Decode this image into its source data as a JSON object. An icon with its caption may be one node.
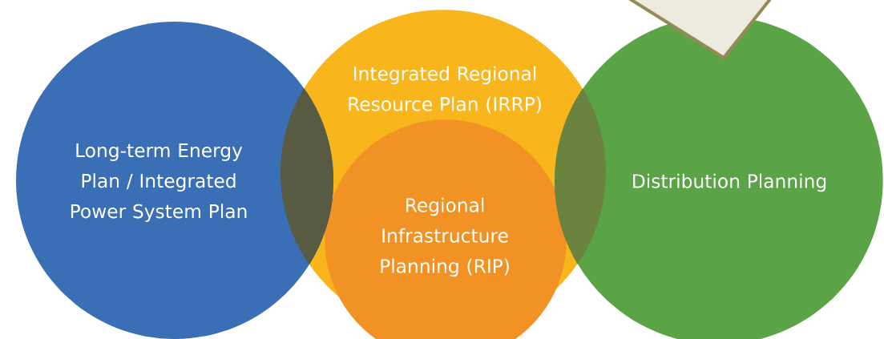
{
  "diagram": {
    "nodes": [
      {
        "text": [
          "Long-term Energy Plan / Integrated Power System Plan"
        ]
      },
      {
        "text": [
          "Integrated Regional Resource Plan (IRRP)"
        ]
      },
      {
        "text": [
          "Regional Infrastructure Planning (RIP)"
        ]
      },
      {
        "text": [
          "Distribution Planning"
        ]
      }
    ]
  }
}
